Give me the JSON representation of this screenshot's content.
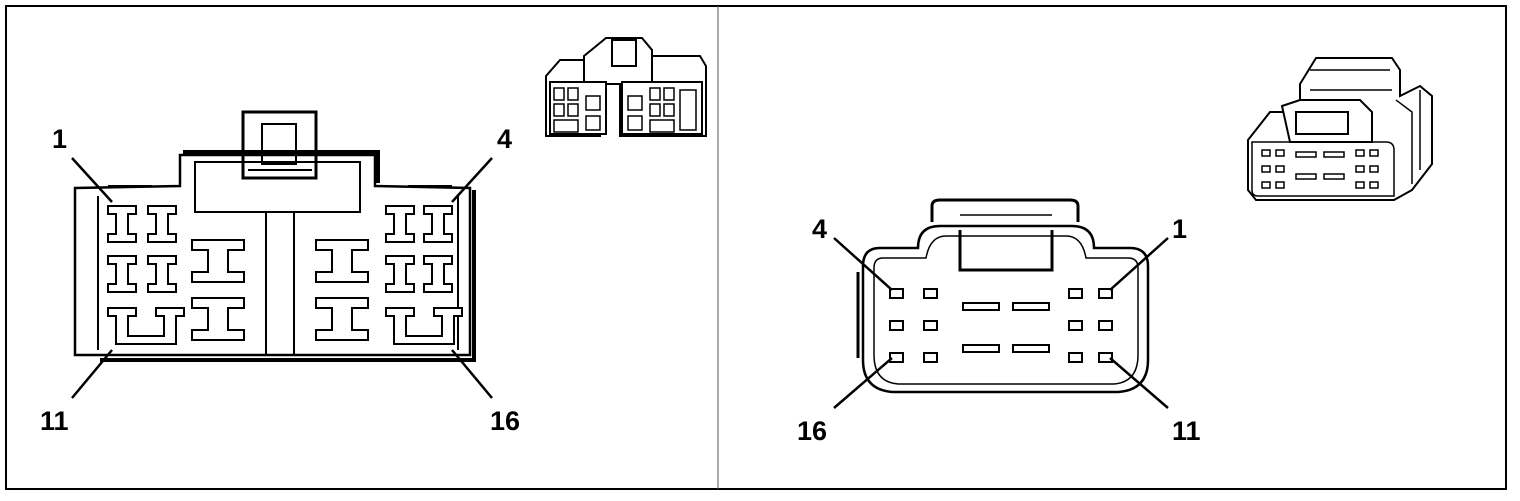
{
  "left_connector": {
    "pin_labels": {
      "top_left": "1",
      "top_right": "4",
      "bottom_left": "11",
      "bottom_right": "16"
    }
  },
  "right_connector": {
    "pin_labels": {
      "top_left": "4",
      "top_right": "1",
      "bottom_left": "16",
      "bottom_right": "11"
    }
  },
  "colors": {
    "line": "#000000",
    "background": "#ffffff"
  }
}
